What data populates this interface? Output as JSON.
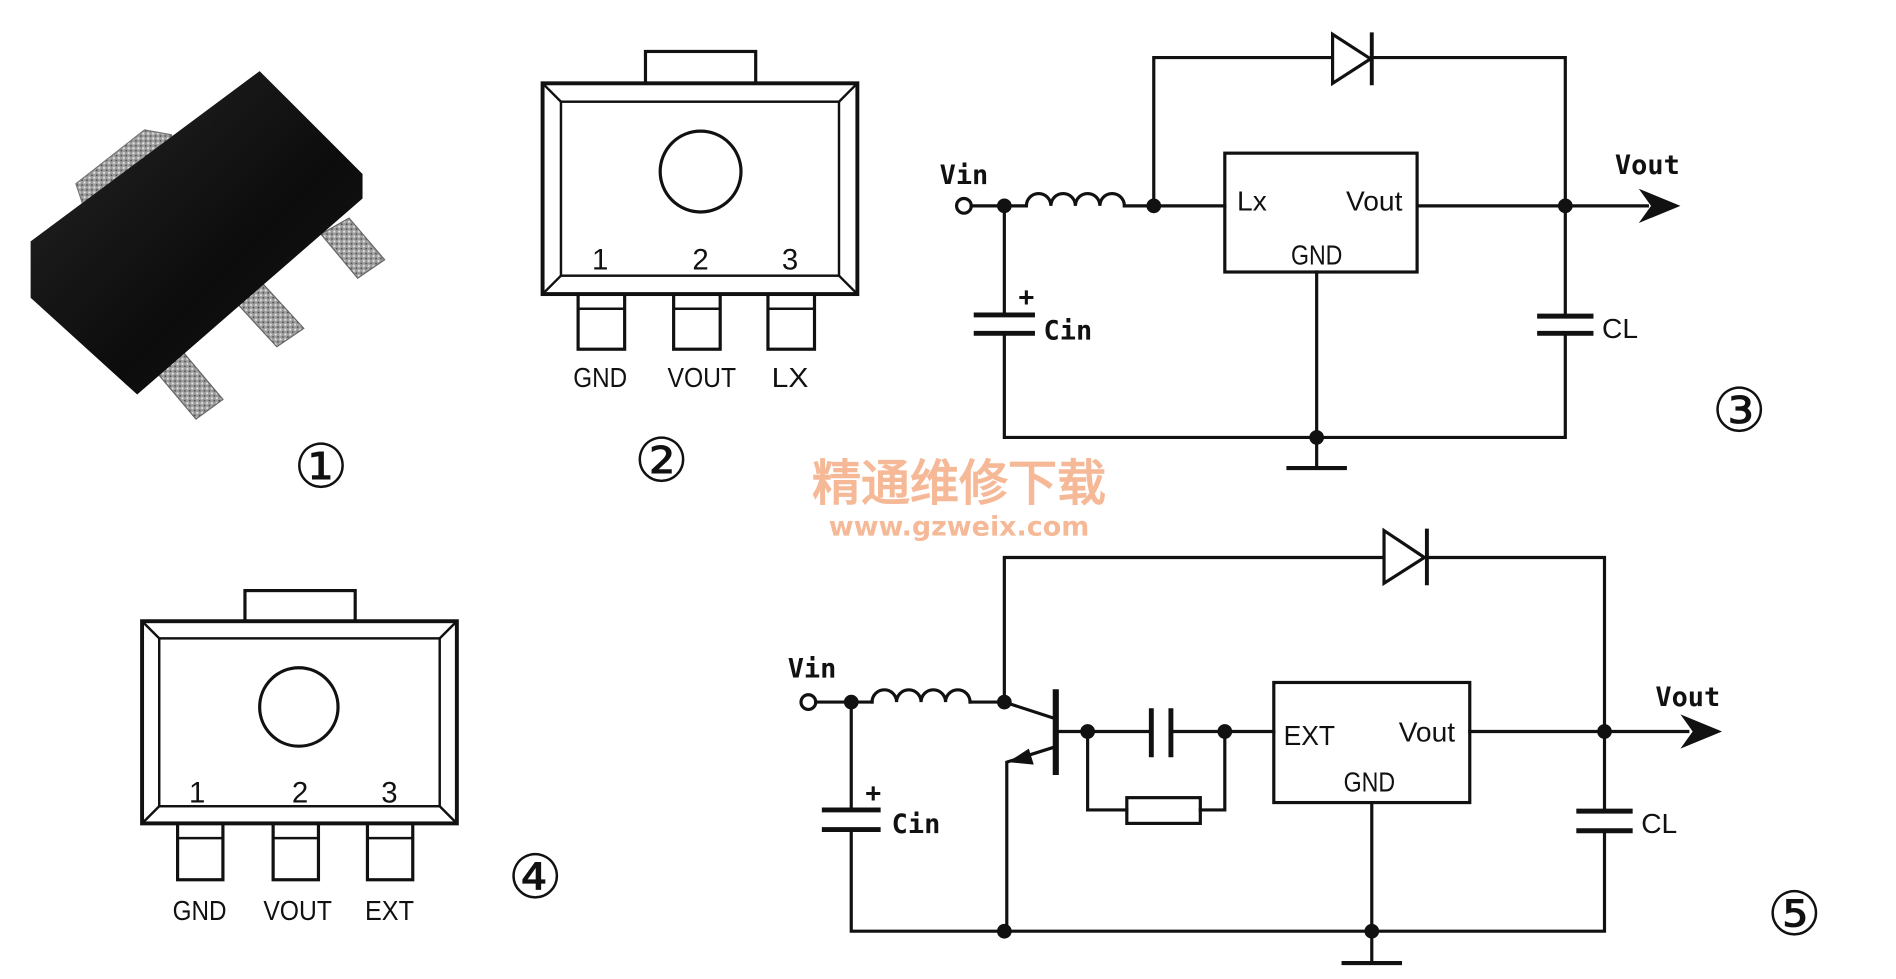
{
  "figures": {
    "package_3d": {
      "label": "①"
    },
    "package_top_lx": {
      "label": "②",
      "pin_numbers": [
        "1",
        "2",
        "3"
      ],
      "pin_names": [
        "GND",
        "VOUT",
        "LX"
      ]
    },
    "circuit_lx": {
      "label": "③",
      "vin": "Vin",
      "vout": "Vout",
      "ic": {
        "pin_lx": "Lx",
        "pin_vout": "Vout",
        "pin_gnd": "GND"
      },
      "cin": "Cin",
      "cin_polarity": "+",
      "cl": "CL"
    },
    "package_top_ext": {
      "label": "④",
      "pin_numbers": [
        "1",
        "2",
        "3"
      ],
      "pin_names": [
        "GND",
        "VOUT",
        "EXT"
      ]
    },
    "circuit_ext": {
      "label": "⑤",
      "vin": "Vin",
      "vout": "Vout",
      "ic": {
        "pin_ext": "EXT",
        "pin_vout": "Vout",
        "pin_gnd": "GND"
      },
      "cin": "Cin",
      "cin_polarity": "+",
      "cl": "CL"
    }
  },
  "watermark": {
    "title": "精通维修下载",
    "url": "www.gzweix.com"
  },
  "colors": {
    "ink": "#111111",
    "watermark": "#f5ad85",
    "background": "#ffffff"
  }
}
